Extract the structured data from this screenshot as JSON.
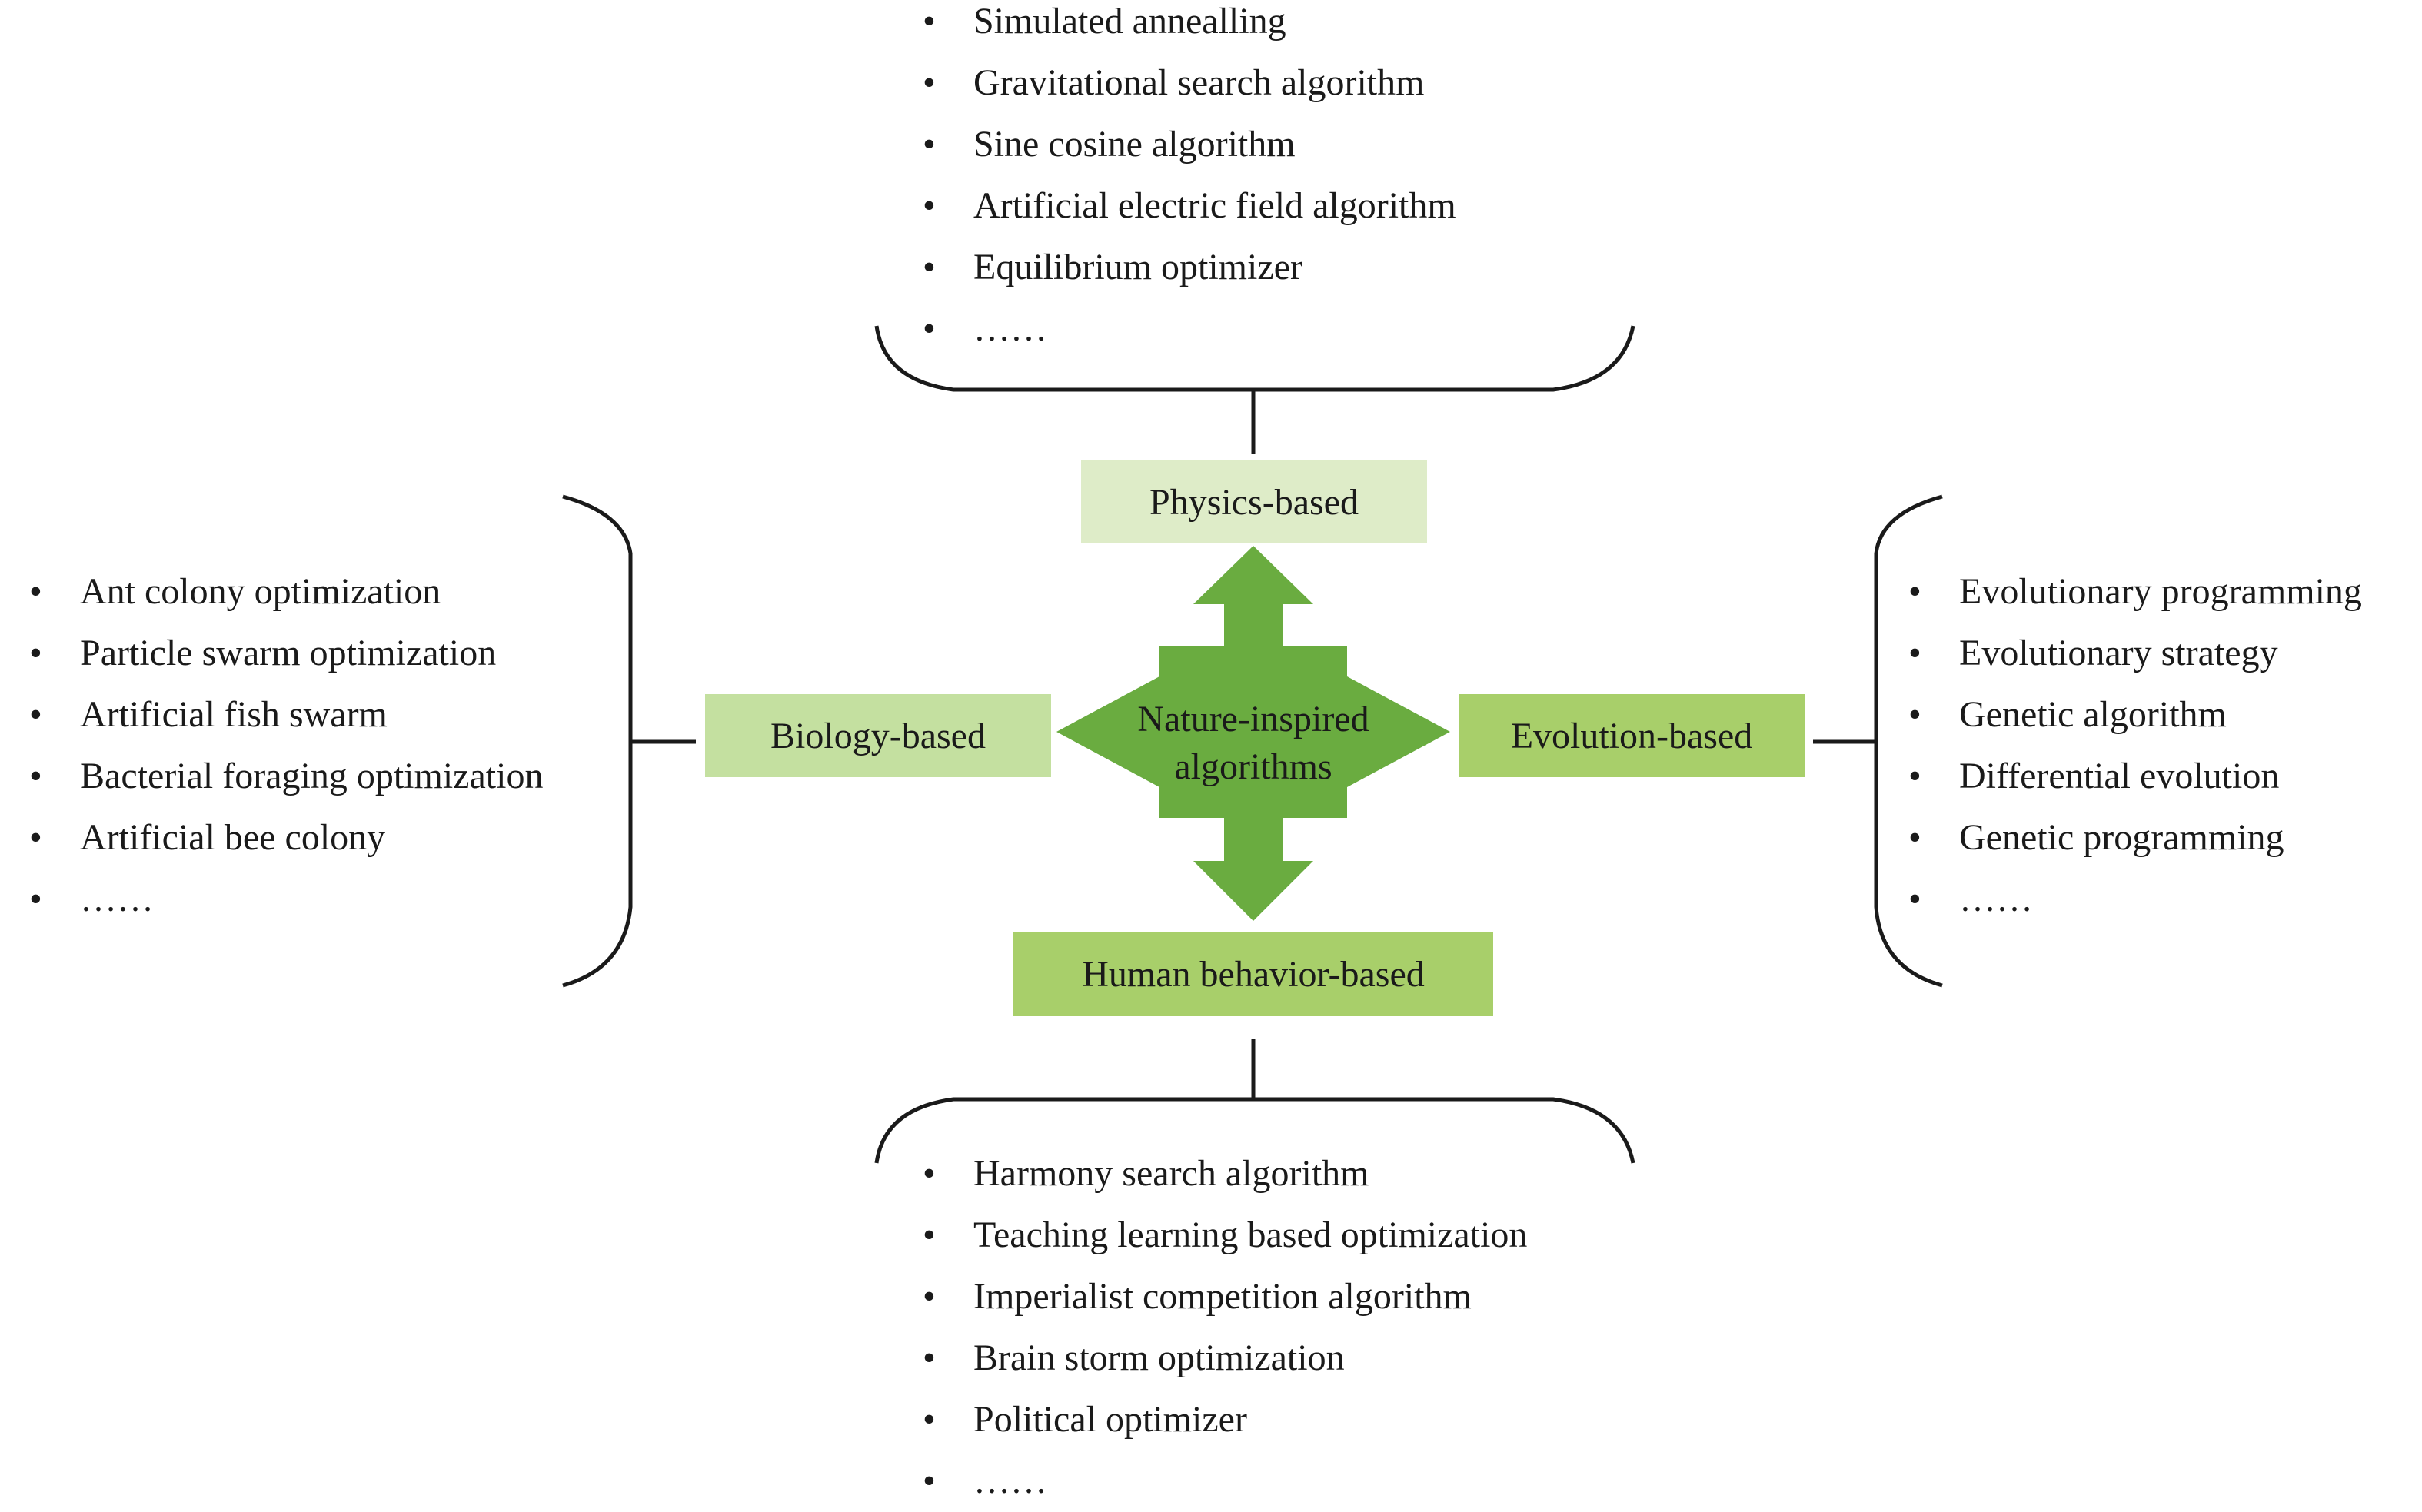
{
  "center": {
    "line1": "Nature-inspired",
    "line2": "algorithms"
  },
  "colors": {
    "arrow": "#6aac40",
    "physics_box": "#deecc8",
    "biology_box": "#c4e0a0",
    "evolution_box": "#a8cf6a",
    "human_box": "#a8cf6a",
    "bracket": "#1a1a1a"
  },
  "categories": {
    "physics": {
      "label": "Physics-based",
      "items": [
        "Simulated annealling",
        "Gravitational search algorithm",
        "Sine cosine algorithm",
        "Artificial electric field algorithm",
        "Equilibrium optimizer",
        "……"
      ]
    },
    "biology": {
      "label": "Biology-based",
      "items": [
        "Ant colony optimization",
        "Particle swarm optimization",
        "Artificial fish swarm",
        "Bacterial foraging optimization",
        "Artificial bee colony",
        "……"
      ]
    },
    "evolution": {
      "label": "Evolution-based",
      "items": [
        "Evolutionary programming",
        "Evolutionary strategy",
        "Genetic algorithm",
        "Differential evolution",
        "Genetic programming",
        "……"
      ]
    },
    "human": {
      "label": "Human behavior-based",
      "items": [
        "Harmony search algorithm",
        "Teaching learning based optimization",
        "Imperialist competition algorithm",
        "Brain storm optimization",
        "Political optimizer",
        "……"
      ]
    }
  }
}
